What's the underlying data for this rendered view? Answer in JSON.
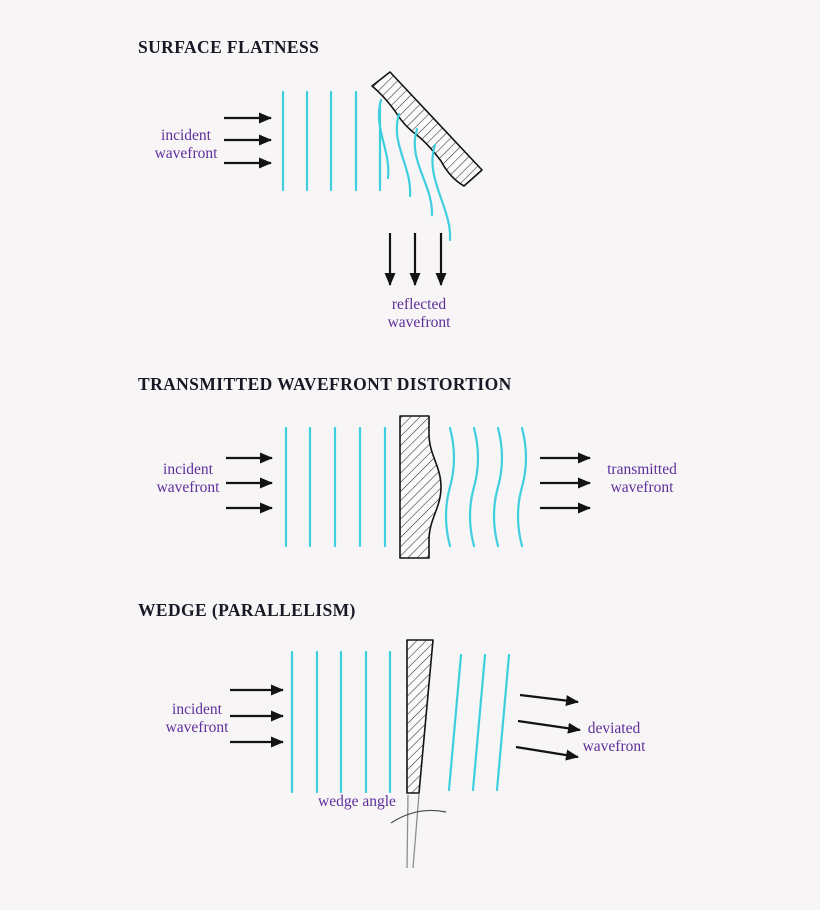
{
  "colors": {
    "page-bg": "#f7f5f6",
    "title": "#191926",
    "label": "#5e2f9b",
    "wavefront": "#3ecfdf",
    "arrow": "#131313"
  },
  "sections": {
    "surface_flatness": {
      "title": "SURFACE FLATNESS",
      "incident_label": [
        "incident",
        "wavefront"
      ],
      "reflected_label": [
        "reflected",
        "wavefront"
      ]
    },
    "transmitted": {
      "title": "TRANSMITTED WAVEFRONT DISTORTION",
      "incident_label": [
        "incident",
        "wavefront"
      ],
      "transmitted_label": [
        "transmitted",
        "wavefront"
      ]
    },
    "wedge": {
      "title": "WEDGE (PARALLELISM)",
      "incident_label": [
        "incident",
        "wavefront"
      ],
      "deviated_label": [
        "deviated",
        "wavefront"
      ],
      "wedge_angle_label": "wedge angle"
    }
  }
}
